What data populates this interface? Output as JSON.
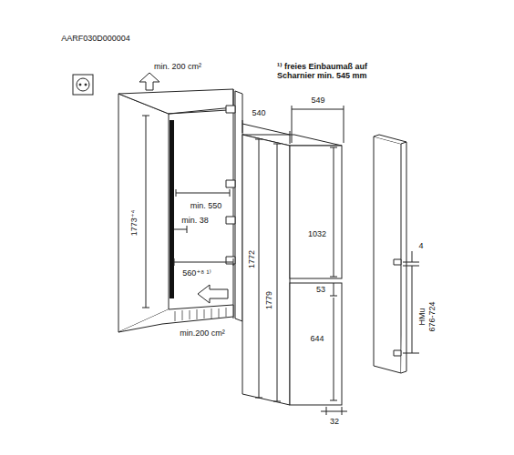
{
  "diagram": {
    "labels": [
      "AARF030D000004",
      "min. 200 cm²",
      "¹⁾ freies Einbaumaß auf Scharnier min. 545 mm",
      "540",
      "549",
      "min. 550",
      "1773⁺⁴",
      "min. 38",
      "560⁺⁸ ¹⁾",
      "1772",
      "1779",
      "1032",
      "4",
      "53",
      "644",
      "HMu",
      "676-724",
      "min.200 cm²",
      "32"
    ]
  }
}
